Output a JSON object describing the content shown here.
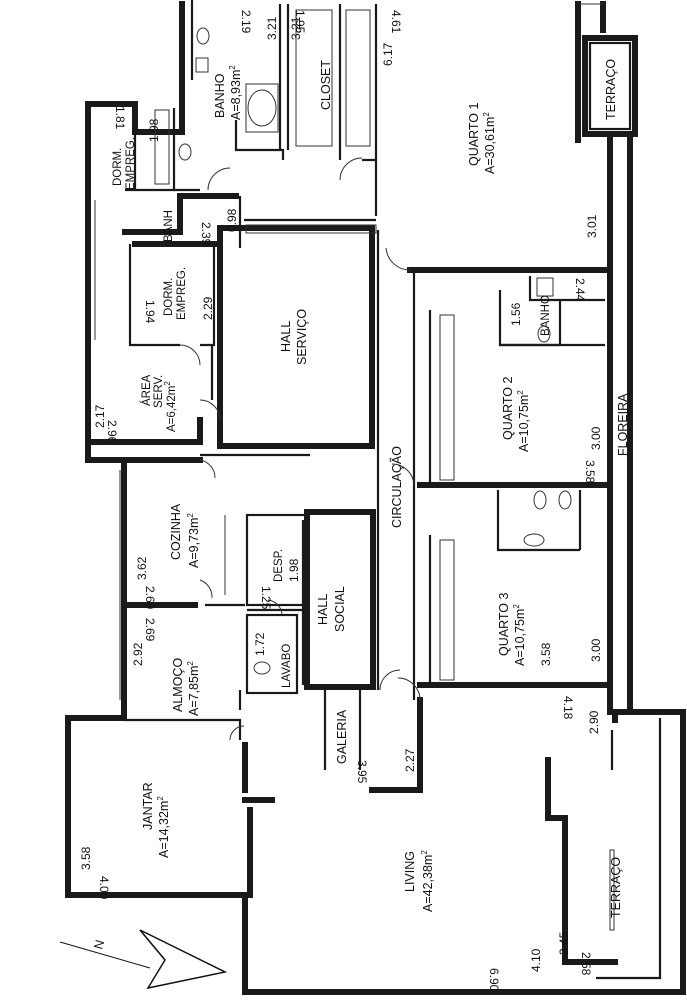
{
  "rooms": {
    "banho_suite": {
      "name": "BANHO",
      "area": "A=8,93m",
      "sup": "2"
    },
    "closet": {
      "name": "CLOSET"
    },
    "quarto1": {
      "name": "QUARTO 1",
      "area": "A=30,61m",
      "sup": "2"
    },
    "terraco_top": {
      "name": "TERRAÇO"
    },
    "dorm_empreg_1": {
      "line1": "DORM.",
      "line2": "EMPREG."
    },
    "banho_serv": {
      "name": "BANH"
    },
    "dorm_empreg_2": {
      "line1": "DORM.",
      "line2": "EMPREG."
    },
    "hall_servico": {
      "line1": "HALL",
      "line2": "SERVIÇO"
    },
    "banho_q2": {
      "name": "BANHO"
    },
    "quarto2": {
      "name": "QUARTO 2",
      "area": "A=10,75m",
      "sup": "2"
    },
    "area_serv": {
      "line1": "ÁREA",
      "line2": "SERV.",
      "area": "A=6,42m",
      "sup": "2"
    },
    "floreira": {
      "name": "FLOREIRA"
    },
    "circulacao": {
      "name": "CIRCULAÇÃO"
    },
    "cozinha": {
      "name": "COZINHA",
      "area": "A=9,73m",
      "sup": "2"
    },
    "desp": {
      "name": "DESP."
    },
    "hall_social": {
      "line1": "HALL",
      "line2": "SOCIAL"
    },
    "quarto3": {
      "name": "QUARTO 3",
      "area": "A=10,75m",
      "sup": "2"
    },
    "lavabo": {
      "name": "LAVABO"
    },
    "almoco": {
      "name": "ALMOÇO",
      "area": "A=7,85m",
      "sup": "2"
    },
    "galeria": {
      "name": "GALERIA"
    },
    "jantar": {
      "name": "JANTAR",
      "area": "A=14,32m",
      "sup": "2"
    },
    "living": {
      "name": "LIVING",
      "area": "A=42,38m",
      "sup": "2"
    },
    "terraco_bottom": {
      "name": "TERRAÇO"
    }
  },
  "dimensions": {
    "d_2_19": "2.19",
    "d_3_21": "3.21",
    "d_1_95": "1.95",
    "d_3_21b": "3.21",
    "d_4_61": "4.61",
    "d_6_17": "6.17",
    "d_1_81": "1.81",
    "d_1_98a": "1.98",
    "d_2_39": "2.39",
    "d_0_98": "0.98",
    "d_3_01": "3.01",
    "d_2_44": "2.44",
    "d_1_56": "1.56",
    "d_2_29": "2.29",
    "d_1_94": "1.94",
    "d_2_17": "2.17",
    "d_2_96": "2.96",
    "d_3_00a": "3.00",
    "d_3_58a": "3.58",
    "d_3_62": "3.62",
    "d_2_69a": "2.69",
    "d_1_98b": "1.98",
    "d_1_25": "1.25",
    "d_2_69b": "2.69",
    "d_2_92": "2.92",
    "d_1_72": "1.72",
    "d_3_00b": "3.00",
    "d_3_58b": "3.58",
    "d_4_18": "4.18",
    "d_2_90": "2.90",
    "d_2_27": "2.27",
    "d_3_95": "3.95",
    "d_3_58c": "3.58",
    "d_4_00": "4.00",
    "d_3_45": "3.45",
    "d_4_10": "4.10",
    "d_6_90": "6.90",
    "d_2_58": "2.58"
  },
  "compass": {
    "label": "N"
  }
}
